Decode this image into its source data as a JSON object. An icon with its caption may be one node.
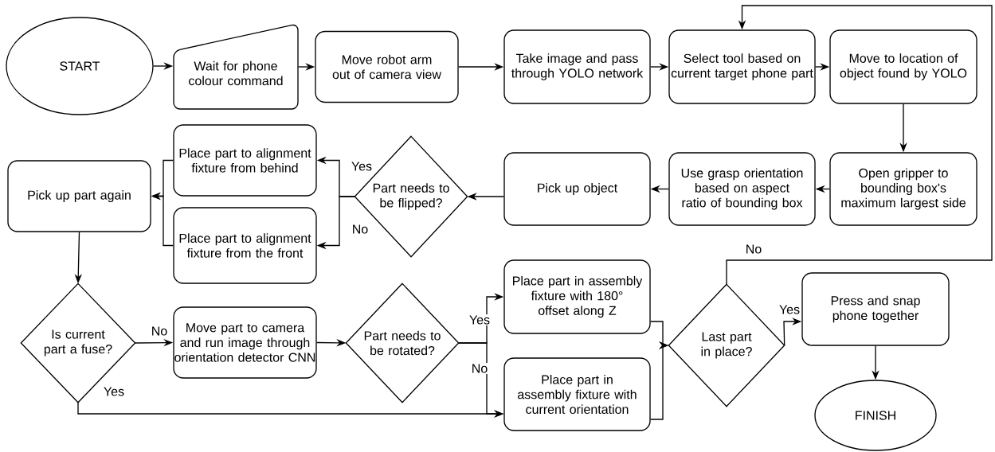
{
  "diagram": {
    "nodes": [
      {
        "text": [
          "START"
        ]
      },
      {
        "text": [
          "Wait for phone colour command"
        ]
      },
      {
        "text": [
          "Move robot arm out of camera view"
        ]
      },
      {
        "text": [
          "Take image and pass through YOLO network"
        ]
      },
      {
        "text": [
          "Select tool based on current target phone part"
        ]
      },
      {
        "text": [
          "Move to location of object found by YOLO"
        ]
      },
      {
        "text": [
          "Open gripper to bounding box's maximum largest side"
        ]
      },
      {
        "text": [
          "Use grasp orientation based on aspect ratio of bounding box"
        ]
      },
      {
        "text": [
          "Pick up object"
        ]
      },
      {
        "text": [
          "Part needs to be flipped?"
        ]
      },
      {
        "text": [
          "Place part to alignment fixture from behind"
        ]
      },
      {
        "text": [
          "Place part to alignment fixture from the front"
        ]
      },
      {
        "text": [
          "Pick up part again"
        ]
      },
      {
        "text": [
          "Is current part a fuse?"
        ]
      },
      {
        "text": [
          "Move part to camera and run image through orientation detector CNN"
        ]
      },
      {
        "text": [
          "Part needs to be rotated?"
        ]
      },
      {
        "text": [
          "Place part in assembly fixture with 180° offset along Z"
        ]
      },
      {
        "text": [
          "Place part in assembly fixture with current orientation"
        ]
      },
      {
        "text": [
          "Last part in place?"
        ]
      },
      {
        "text": [
          "Press and snap phone together"
        ]
      },
      {
        "text": [
          "FINISH"
        ]
      }
    ],
    "edges": [
      {
        "from": 0,
        "to": 1,
        "arrow": "to"
      },
      {
        "from": 1,
        "to": 2,
        "arrow": "to"
      },
      {
        "from": 2,
        "to": 3,
        "arrow": "to"
      },
      {
        "from": 3,
        "to": 4,
        "arrow": "to"
      },
      {
        "from": 4,
        "to": 5,
        "arrow": "to"
      },
      {
        "from": 5,
        "to": 6,
        "arrow": "to"
      },
      {
        "from": 6,
        "to": 7,
        "arrow": "to"
      },
      {
        "from": 7,
        "to": 8,
        "arrow": "to"
      },
      {
        "from": 8,
        "to": 9,
        "arrow": "to"
      },
      {
        "from": 9,
        "to": 10,
        "arrow": "to",
        "label": "Yes"
      },
      {
        "from": 9,
        "to": 11,
        "arrow": "to",
        "label": "No"
      },
      {
        "from": 10,
        "to": 12,
        "arrow": "to"
      },
      {
        "from": 11,
        "to": 12,
        "arrow": "to"
      },
      {
        "from": 12,
        "to": 13,
        "arrow": "to"
      },
      {
        "from": 13,
        "to": 14,
        "arrow": "to",
        "label": "No"
      },
      {
        "from": 13,
        "to": 17,
        "arrow": "to",
        "label": "Yes"
      },
      {
        "from": 14,
        "to": 15,
        "arrow": "to"
      },
      {
        "from": 15,
        "to": 16,
        "arrow": "to",
        "label": "Yes"
      },
      {
        "from": 15,
        "to": 17,
        "arrow": "to",
        "label": "No"
      },
      {
        "from": 16,
        "to": 18,
        "arrow": "to"
      },
      {
        "from": 17,
        "to": 18,
        "arrow": "to"
      },
      {
        "from": 18,
        "to": 19,
        "arrow": "to",
        "label": "Yes"
      },
      {
        "from": 18,
        "to": 4,
        "arrow": "to",
        "label": "No"
      },
      {
        "from": 19,
        "to": 20,
        "arrow": "to"
      }
    ]
  }
}
